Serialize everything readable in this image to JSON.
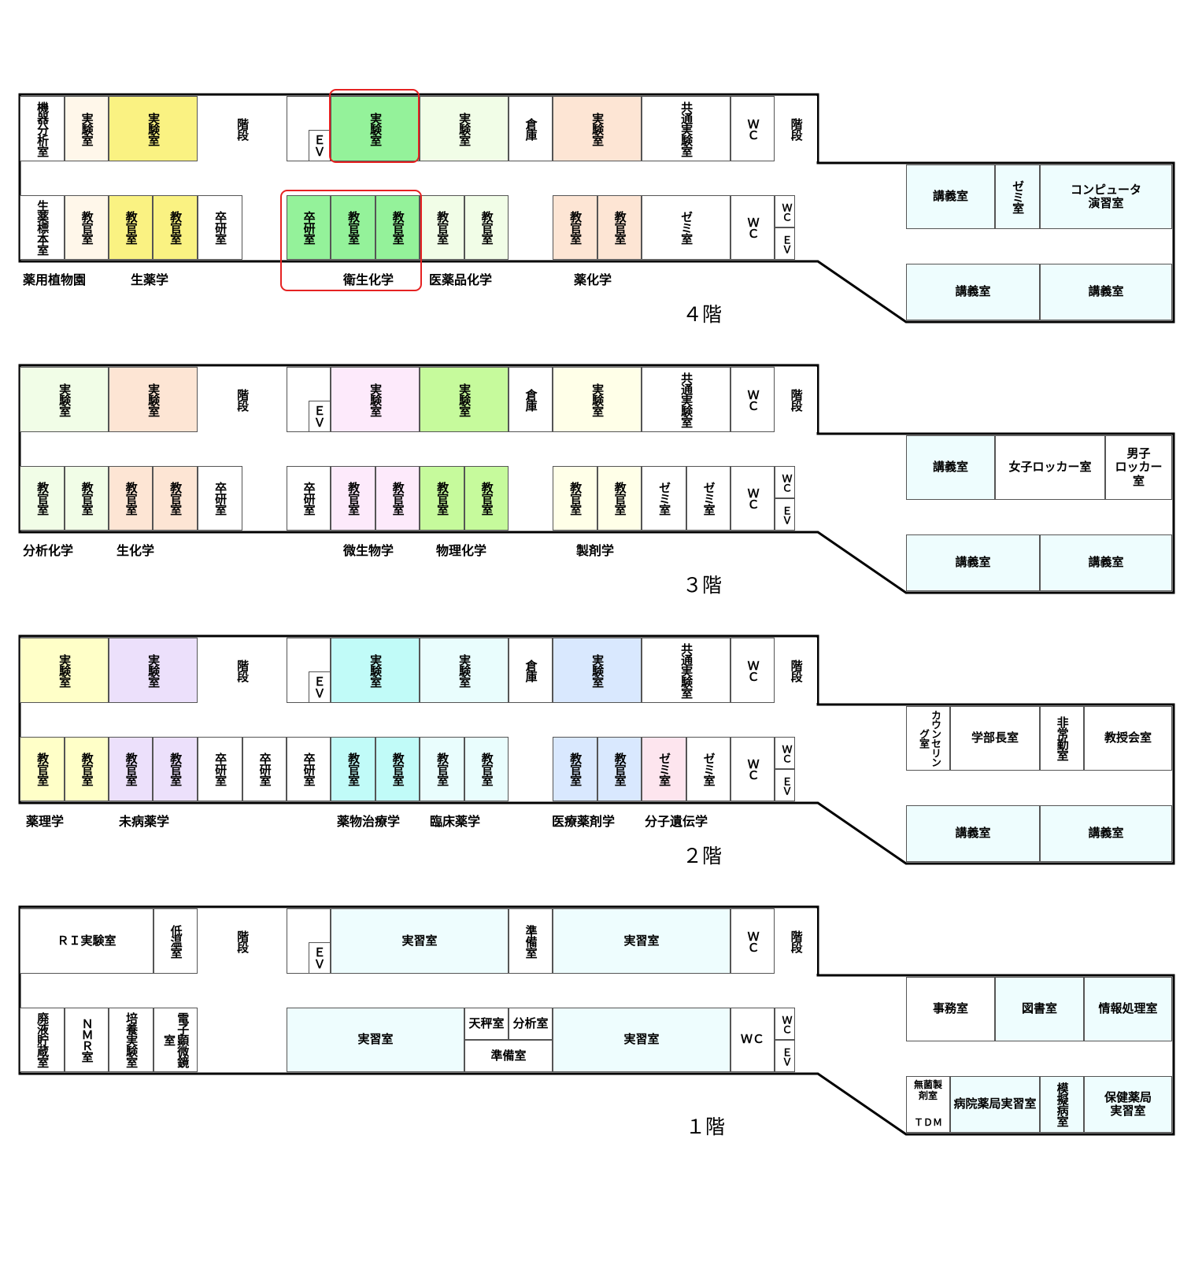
{
  "colors": {
    "outline": "#000000",
    "highlight": "#e52222",
    "yellow": "#faf282",
    "pale_yellow": "#ffffc8",
    "cream": "#fff7ea",
    "peach": "#fde5d4",
    "green": "#94f29a",
    "light_green": "#c6fa9c",
    "pale_green": "#f1fde7",
    "lavender": "#ece0fb",
    "pink_lavender": "#fdeafb",
    "aqua": "#c1fbf8",
    "pale_aqua": "#e9fdfd",
    "blue": "#d9e8fe",
    "pink": "#fde5ee",
    "lecture": "#eefdfe",
    "white": "#ffffff"
  },
  "floors": {
    "f4": {
      "title": "４階",
      "top_rooms": [
        "機器分析室",
        "実験室",
        "実験室",
        "階段",
        "実験室",
        "実験室",
        "倉庫",
        "実験室",
        "共通実験室",
        "ＷＣ",
        "階段"
      ],
      "ev_top": "ＥＶ",
      "bottom_rooms": [
        "生薬標本室",
        "教官室",
        "教官室",
        "教官室",
        "卒研室",
        "卒研室",
        "教官室",
        "教官室",
        "教官室",
        "教官室",
        "教官室",
        "教官室",
        "ゼミ室",
        "ＷＣ"
      ],
      "wc_small": "ＷＣ",
      "ev_small": "ＥＶ",
      "wing_top": [
        "講義室",
        "ゼミ室",
        "コンピュータ\n演習室"
      ],
      "wing_bottom": [
        "講義室",
        "講義室"
      ],
      "labels": [
        "薬用植物園",
        "生薬学",
        "衛生化学",
        "医薬品化学",
        "薬化学"
      ]
    },
    "f3": {
      "title": "３階",
      "top_rooms": [
        "実験室",
        "実験室",
        "階段",
        "実験室",
        "実験室",
        "倉庫",
        "実験室",
        "共通実験室",
        "ＷＣ",
        "階段"
      ],
      "ev_top": "ＥＶ",
      "bottom_rooms": [
        "教官室",
        "教官室",
        "教官室",
        "教官室",
        "卒研室",
        "卒研室",
        "教官室",
        "教官室",
        "教官室",
        "教官室",
        "教官室",
        "教官室",
        "ゼミ室",
        "ゼミ室",
        "ＷＣ"
      ],
      "wc_small": "ＷＣ",
      "ev_small": "ＥＶ",
      "wing_top": [
        "講義室",
        "女子ロッカー室",
        "男子\nロッカー\n室"
      ],
      "wing_bottom": [
        "講義室",
        "講義室"
      ],
      "labels": [
        "分析化学",
        "生化学",
        "微生物学",
        "物理化学",
        "製剤学"
      ]
    },
    "f2": {
      "title": "２階",
      "top_rooms": [
        "実験室",
        "実験室",
        "階段",
        "実験室",
        "実験室",
        "倉庫",
        "実験室",
        "共通実験室",
        "ＷＣ",
        "階段"
      ],
      "ev_top": "ＥＶ",
      "bottom_rooms": [
        "教官室",
        "教官室",
        "教官室",
        "教官室",
        "卒研室",
        "卒研室",
        "卒研室",
        "教官室",
        "教官室",
        "教官室",
        "教官室",
        "教官室",
        "教官室",
        "ゼミ室",
        "ゼミ室",
        "ＷＣ"
      ],
      "wc_small": "ＷＣ",
      "ev_small": "ＥＶ",
      "wing_top": [
        "カウンセリング室",
        "学部長室",
        "非常勤室",
        "教授会室"
      ],
      "wing_bottom": [
        "講義室",
        "講義室"
      ],
      "labels": [
        "薬理学",
        "未病薬学",
        "薬物治療学",
        "臨床薬学",
        "医療薬剤学",
        "分子遺伝学"
      ]
    },
    "f1": {
      "title": "１階",
      "top_rooms": [
        "ＲＩ実験室",
        "低温室",
        "階段",
        "実習室",
        "準備室",
        "実習室",
        "ＷＣ",
        "階段"
      ],
      "ev_top": "ＥＶ",
      "bottom_rooms": [
        "廃液貯蔵室",
        "ＮＭＲ室",
        "培養実験室",
        "電子顕微鏡室",
        "実習室",
        "天秤室",
        "分析室",
        "準備室",
        "実習室",
        "ＷＣ"
      ],
      "wc_small": "ＷＣ",
      "ev_small": "ＥＶ",
      "wing_top": [
        "事務室",
        "図書室",
        "情報処理室"
      ],
      "wing_bottom": [
        "無菌製剤室",
        "ＴＤＭ",
        "病院薬局実習室",
        "模擬病室",
        "保健薬局\n実習室"
      ],
      "labels": []
    }
  }
}
